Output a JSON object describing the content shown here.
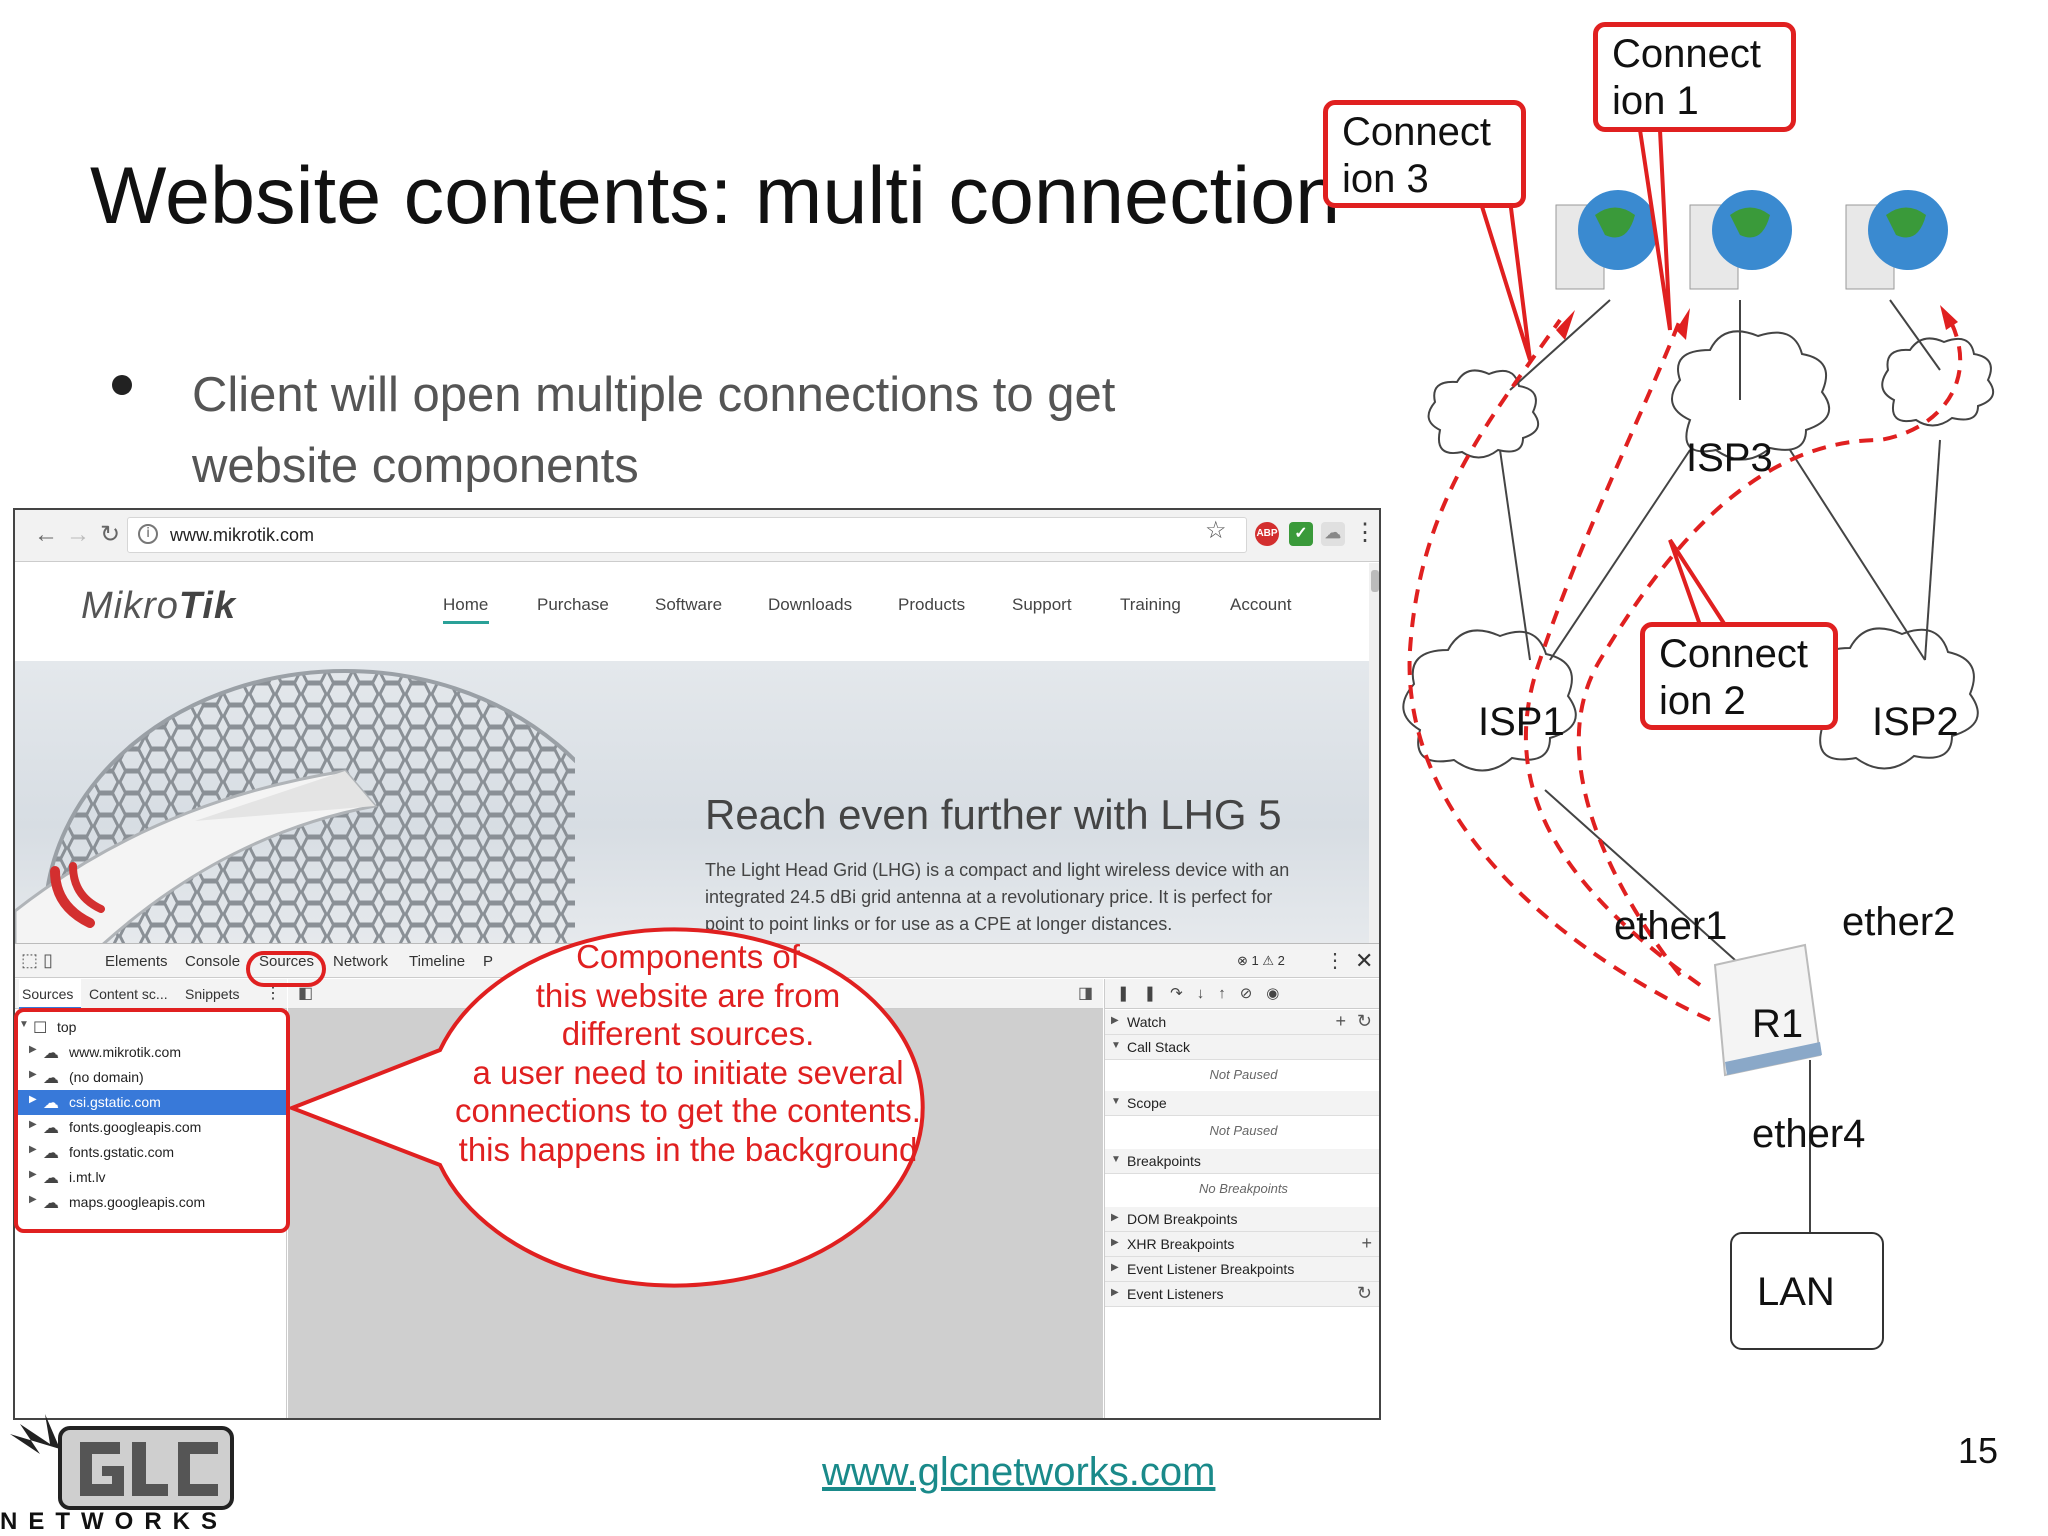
{
  "slide": {
    "title": "Website contents: multi connection",
    "bullet": "Client will open multiple connections to get website components",
    "footer_url": "www.glcnetworks.com",
    "page_number": "15",
    "logo_text": "NETWORKS"
  },
  "browser": {
    "url": "www.mikrotik.com",
    "extensions": [
      "ABP",
      "✓",
      "☁"
    ]
  },
  "website": {
    "logo": {
      "regular": "Mikro",
      "bold": "Tik"
    },
    "nav": [
      "Home",
      "Purchase",
      "Software",
      "Downloads",
      "Products",
      "Support",
      "Training",
      "Account"
    ],
    "headline": "Reach even further with LHG 5",
    "body": "The Light Head Grid (LHG) is a compact and light wireless device with an integrated 24.5 dBi grid antenna at a revolutionary price. It is perfect for point to point links or for use as a CPE at longer distances."
  },
  "devtools": {
    "tabs": [
      "Elements",
      "Console",
      "Sources",
      "Network",
      "Timeline",
      "P"
    ],
    "status": "⊗ 1 ⚠ 2",
    "navigator_tabs": [
      "Sources",
      "Content sc...",
      "Snippets"
    ],
    "tree": [
      {
        "label": "top",
        "type": "frame"
      },
      {
        "label": "www.mikrotik.com",
        "type": "domain"
      },
      {
        "label": "(no domain)",
        "type": "domain"
      },
      {
        "label": "csi.gstatic.com",
        "type": "domain",
        "selected": true
      },
      {
        "label": "fonts.googleapis.com",
        "type": "domain"
      },
      {
        "label": "fonts.gstatic.com",
        "type": "domain"
      },
      {
        "label": "i.mt.lv",
        "type": "domain"
      },
      {
        "label": "maps.googleapis.com",
        "type": "domain"
      }
    ],
    "debugger": {
      "watch": "Watch",
      "call_stack": "Call Stack",
      "not_paused_1": "Not Paused",
      "scope": "Scope",
      "not_paused_2": "Not Paused",
      "breakpoints": "Breakpoints",
      "no_breakpoints": "No Breakpoints",
      "dom_breakpoints": "DOM Breakpoints",
      "xhr_breakpoints": "XHR Breakpoints",
      "event_listener_breakpoints": "Event Listener Breakpoints",
      "event_listeners": "Event Listeners"
    }
  },
  "annotation": {
    "bubble": "Components of\nthis website are from\ndifferent sources.\na user need to initiate several\nconnections to get the contents.\nthis happens in the background"
  },
  "diagram": {
    "callout1": "Connect\nion 1",
    "callout2": "Connect\nion 2",
    "callout3": "Connect\nion 3",
    "isp1": "ISP1",
    "isp2": "ISP2",
    "isp3": "ISP3",
    "router": "R1",
    "ether1": "ether1",
    "ether2": "ether2",
    "ether4": "ether4",
    "lan": "LAN"
  },
  "colors": {
    "annotation_red": "#e02020",
    "link_teal": "#1a8a8a",
    "selection_blue": "#3879d9"
  }
}
